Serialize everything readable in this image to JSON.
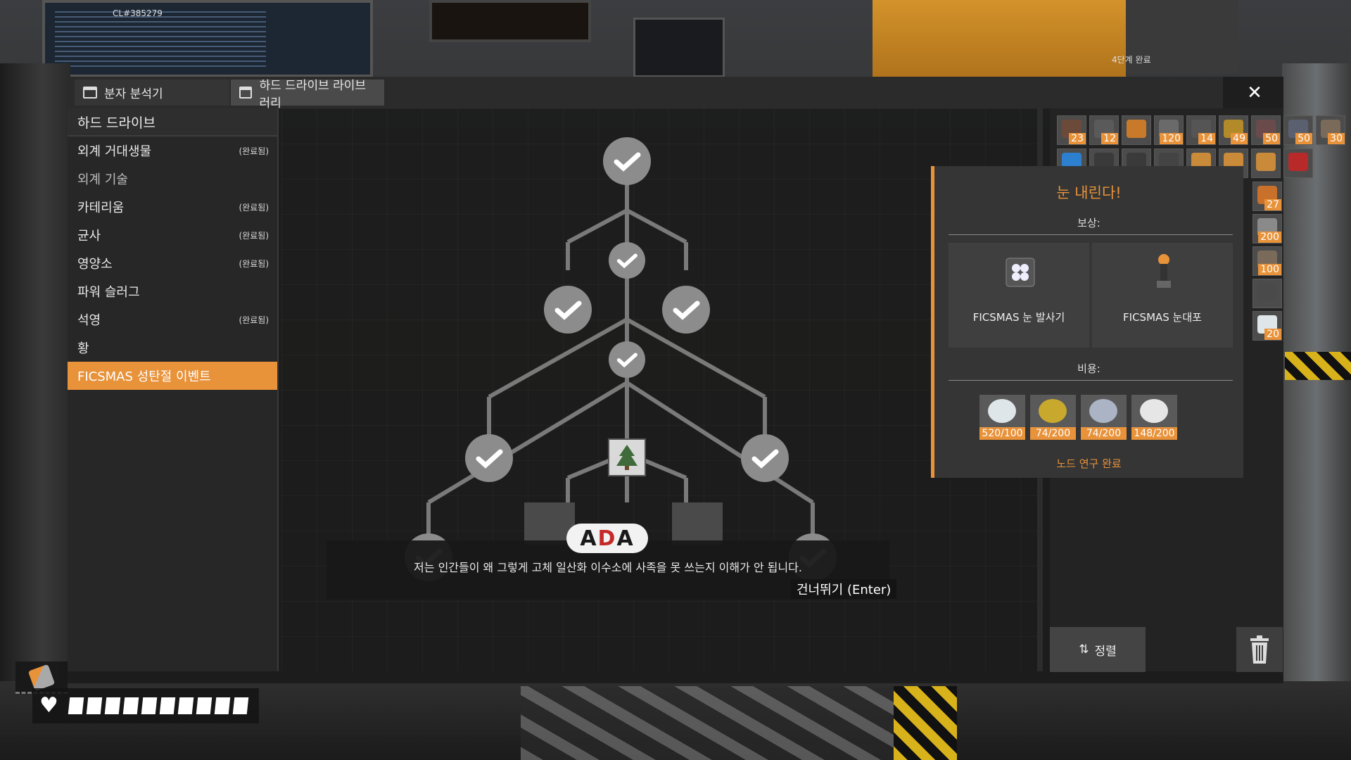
{
  "background": {
    "cl_number": "CL#385279",
    "status_text": "4단계 완료"
  },
  "window": {
    "tabs": [
      {
        "label": "분자 분석기"
      },
      {
        "label": "하드 드라이브 라이브러리"
      }
    ],
    "close_icon": "close-icon"
  },
  "sidebar": {
    "header": "하드 드라이브",
    "items": [
      {
        "label": "외계 거대생물",
        "status": "(완료됨)"
      },
      {
        "label": "외계 기술",
        "status": ""
      },
      {
        "label": "카테리움",
        "status": "(완료됨)"
      },
      {
        "label": "균사",
        "status": "(완료됨)"
      },
      {
        "label": "영양소",
        "status": "(완료됨)"
      },
      {
        "label": "파워 슬러그",
        "status": ""
      },
      {
        "label": "석영",
        "status": "(완료됨)"
      },
      {
        "label": "황",
        "status": ""
      },
      {
        "label": "FICSMAS 성탄절 이벤트",
        "status": ""
      }
    ],
    "active_index": 8
  },
  "tree": {
    "nodes_completed_icon": "checkmark-icon",
    "center_node_icon": "christmas-tree-icon"
  },
  "ada": {
    "logo": {
      "a1": "A",
      "d": "D",
      "a2": "A"
    },
    "message": "저는 인간들이 왜 그렇게 고체 일산화 이수소에 사족을 못 쓰는지 이해가 안 됩니다.",
    "skip_label": "건너뛰기 (Enter)"
  },
  "detail": {
    "title": "눈 내린다!",
    "rewards_label": "보상:",
    "rewards": [
      {
        "name": "FICSMAS 눈 발사기",
        "icon": "snowball-launcher-icon"
      },
      {
        "name": "FICSMAS 눈대포",
        "icon": "snow-cannon-icon"
      }
    ],
    "cost_label": "비용:",
    "costs": [
      {
        "qty": "520/100",
        "icon": "snow-pile-icon",
        "color": "#dfe6ea"
      },
      {
        "qty": "74/200",
        "icon": "gold-ornament-icon",
        "color": "#c8a92e"
      },
      {
        "qty": "74/200",
        "icon": "silver-ornament-icon",
        "color": "#aab4c4"
      },
      {
        "qty": "148/200",
        "icon": "candy-cane-icon",
        "color": "#e6e6e6"
      }
    ],
    "complete_label": "노드 연구 완료"
  },
  "inventory": {
    "row1": [
      {
        "count": "23",
        "color": "#6b4a3a"
      },
      {
        "count": "12",
        "color": "#5a5a5a"
      },
      {
        "count": "",
        "color": "#c87a2a"
      },
      {
        "count": "120",
        "color": "#6a6a6a"
      },
      {
        "count": "14",
        "color": "#555"
      },
      {
        "count": "49",
        "color": "#b38a2a"
      },
      {
        "count": "50",
        "color": "#6a4a4a"
      },
      {
        "count": "50",
        "color": "#5a6070"
      },
      {
        "count": "30",
        "color": "#7a6a5a"
      }
    ],
    "row2": [
      {
        "color": "#2d7fcf"
      },
      {
        "color": "#3a3a3a"
      },
      {
        "color": "#3a3a3a"
      },
      {
        "color": "#444"
      },
      {
        "color": "#c98a3a"
      },
      {
        "color": "#c98a3a"
      },
      {
        "color": "#c98a3a"
      },
      {
        "color": "#b82a2a"
      }
    ],
    "side": [
      {
        "count": "27",
        "color": "#c9702a"
      },
      {
        "count": "200",
        "color": "#8a8a8a"
      },
      {
        "count": "100",
        "color": "#7a6a5a"
      },
      {
        "count": "",
        "color": "#4a4a4a"
      },
      {
        "count": "20",
        "color": "#dfe6ea"
      }
    ],
    "sort_label": "정렬",
    "sort_icon": "sort-icon",
    "trash_icon": "trash-icon"
  },
  "hud": {
    "tool_icon": "wrench-icon",
    "heart_icon": "heart-icon",
    "health_segments": 10
  }
}
